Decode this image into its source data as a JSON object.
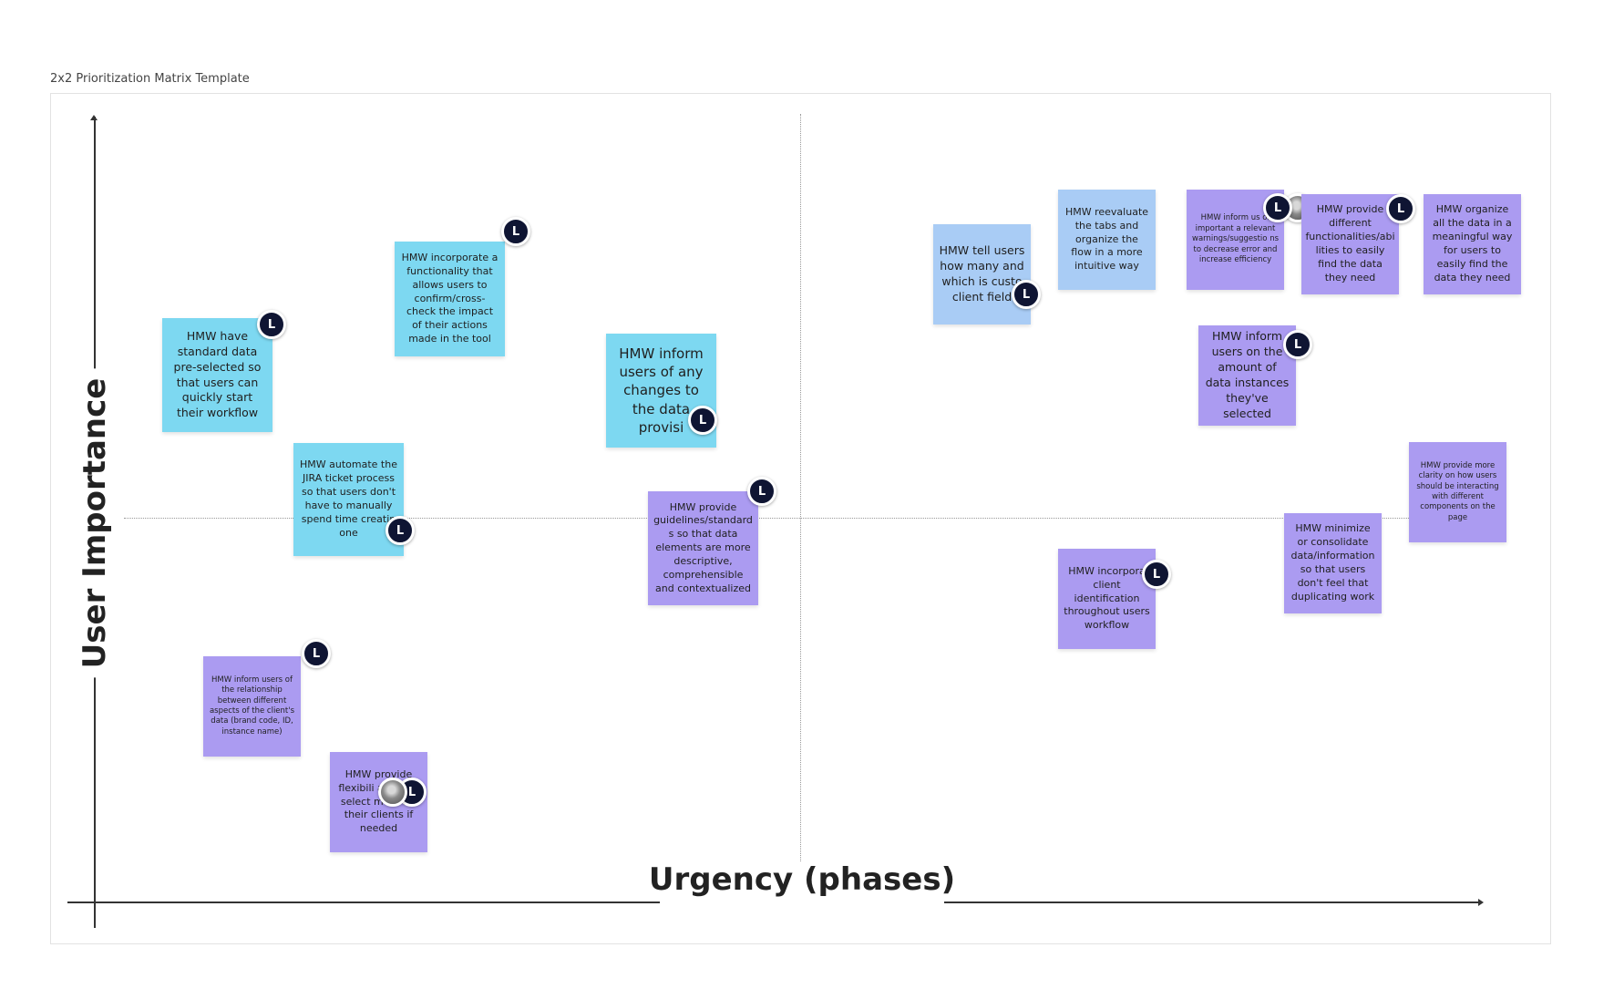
{
  "frame": {
    "title": "2x2 Prioritization Matrix Template"
  },
  "axes": {
    "y_label": "User Importance",
    "x_label": "Urgency (phases)"
  },
  "avatar_initial": "L",
  "notes": {
    "standard_data": "HMW have standard data pre-selected so that users can quickly start their workflow",
    "confirm_crosscheck": "HMW incorporate a functionality that allows users to confirm/cross-check the impact of their actions made in the tool",
    "inform_changes": "HMW inform users of any changes to the data provisi",
    "automate_jira": "HMW automate the JIRA ticket process so that users don't have to manually spend time creatin one",
    "guidelines": "HMW provide guidelines/standard s so that data elements are more descriptive, comprehensible and contextualized",
    "relationship": "HMW inform users of the relationship between different aspects of the client's data (brand code, ID, instance name)",
    "flexibility": "HMW provide flexibili allowing select more for their clients if needed",
    "tell_users": "HMW tell users how many and which is custo client field",
    "reevaluate_tabs": "HMW reevaluate the tabs and organize the flow in a more intuitive way",
    "warnings": "HMW inform us of important a relevant warnings/suggestio ns to decrease error and increase efficiency",
    "functionalities": "HMW provide different functionalities/abi lities to easily find the data they need",
    "organize_data": "HMW organize all the data in a meaningful way for users to easily find the data they need",
    "data_instances": "HMW inform users on the amount of data instances they've selected",
    "clarity": "HMW provide more clarity on how users should be interacting with different components on the page",
    "minimize": "HMW minimize or consolidate data/information so that users don't feel that duplicating work",
    "client_identification": "HMW incorpora client identification throughout users workflow"
  },
  "colors": {
    "cyan": "#7dd8f1",
    "blue": "#a9ccf5",
    "purple": "#ab9bf1",
    "avatar": "#0f1533"
  }
}
